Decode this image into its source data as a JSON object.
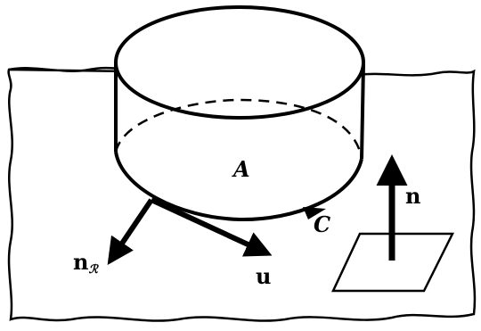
{
  "labels": {
    "area": "A",
    "curve": "C",
    "normal": "n",
    "velocity": "u",
    "n_base": "n",
    "n_subscript": "ℛ"
  },
  "colors": {
    "ink": "#000000",
    "paper": "#ffffff"
  }
}
